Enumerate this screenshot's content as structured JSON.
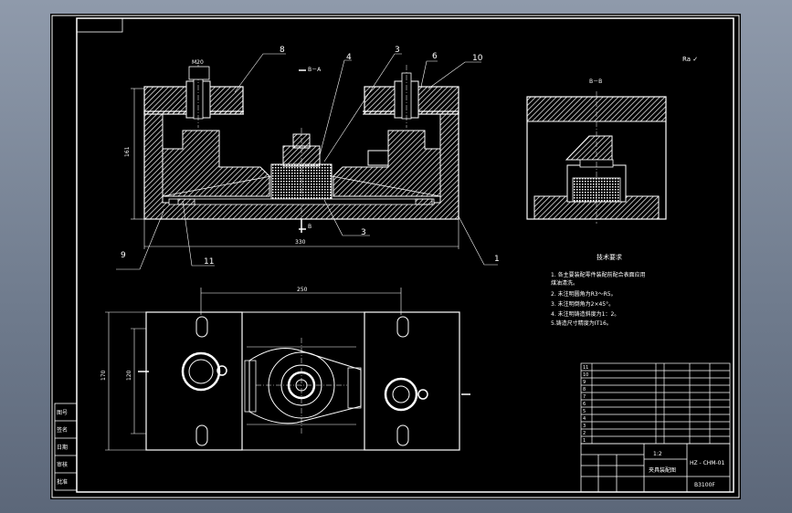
{
  "drawing": {
    "labels": {
      "part_8": "8",
      "part_4": "4",
      "part_3_top": "3",
      "part_6": "6",
      "part_10": "10",
      "part_3_bottom": "3",
      "part_9": "9",
      "part_11": "11",
      "part_1": "1"
    },
    "section_marker_a": "B－A",
    "section_marker_b": "B",
    "section_view_title": "B－B",
    "bolt_spec": "M20",
    "dims": {
      "front_width": "330",
      "front_height": "161",
      "plan_width": "250",
      "plan_height": "170",
      "plan_inner_height": "120"
    },
    "roughness_mark": "Ra ✓",
    "tech_req": {
      "title": "技术要求",
      "lines": [
        "1. 各主要装配零件装配前配合表面应用",
        "煤油清洗。",
        "2. 未注明圆角为R3～R5。",
        "3. 未注明倒角为2×45°。",
        "4. 未注明铸造斜度为1：2。",
        "5.铸造尺寸精度为IT16。"
      ]
    },
    "bom_rows": [
      "11",
      "10",
      "9",
      "8",
      "7",
      "6",
      "5",
      "4",
      "3",
      "2",
      "1"
    ],
    "title_block": {
      "scale": "1:2",
      "drawing_no": "HZ - CHM-01",
      "drawing_name": "夹具装配图",
      "code": "B3100F"
    },
    "left_strip": [
      "图号",
      "签名",
      "日期",
      "审核",
      "批准"
    ]
  }
}
